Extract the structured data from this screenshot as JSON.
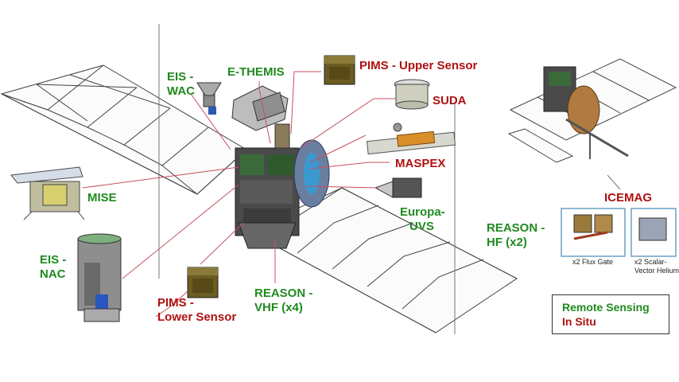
{
  "colors": {
    "remote_sensing": "#1f8a1f",
    "in_situ": "#b01010"
  },
  "labels": {
    "eis_wac": [
      "EIS -",
      "WAC"
    ],
    "e_themis": "E-THEMIS",
    "pims_upper": "PIMS - Upper Sensor",
    "suda": "SUDA",
    "maspex": "MASPEX",
    "mise": "MISE",
    "europa_uvs": [
      "Europa-",
      "UVS"
    ],
    "eis_nac": [
      "EIS -",
      "NAC"
    ],
    "pims_lower": [
      "PIMS -",
      "Lower Sensor"
    ],
    "reason_vhf": [
      "REASON -",
      "VHF (x4)"
    ],
    "reason_hf": [
      "REASON -",
      "HF (x2)"
    ],
    "icemag": "ICEMAG",
    "flux_gate": "x2 Flux Gate",
    "scalar_vector": [
      "x2 Scalar-",
      "Vector Helium"
    ]
  },
  "legend": {
    "remote_sensing": "Remote Sensing",
    "in_situ": "In Situ"
  }
}
